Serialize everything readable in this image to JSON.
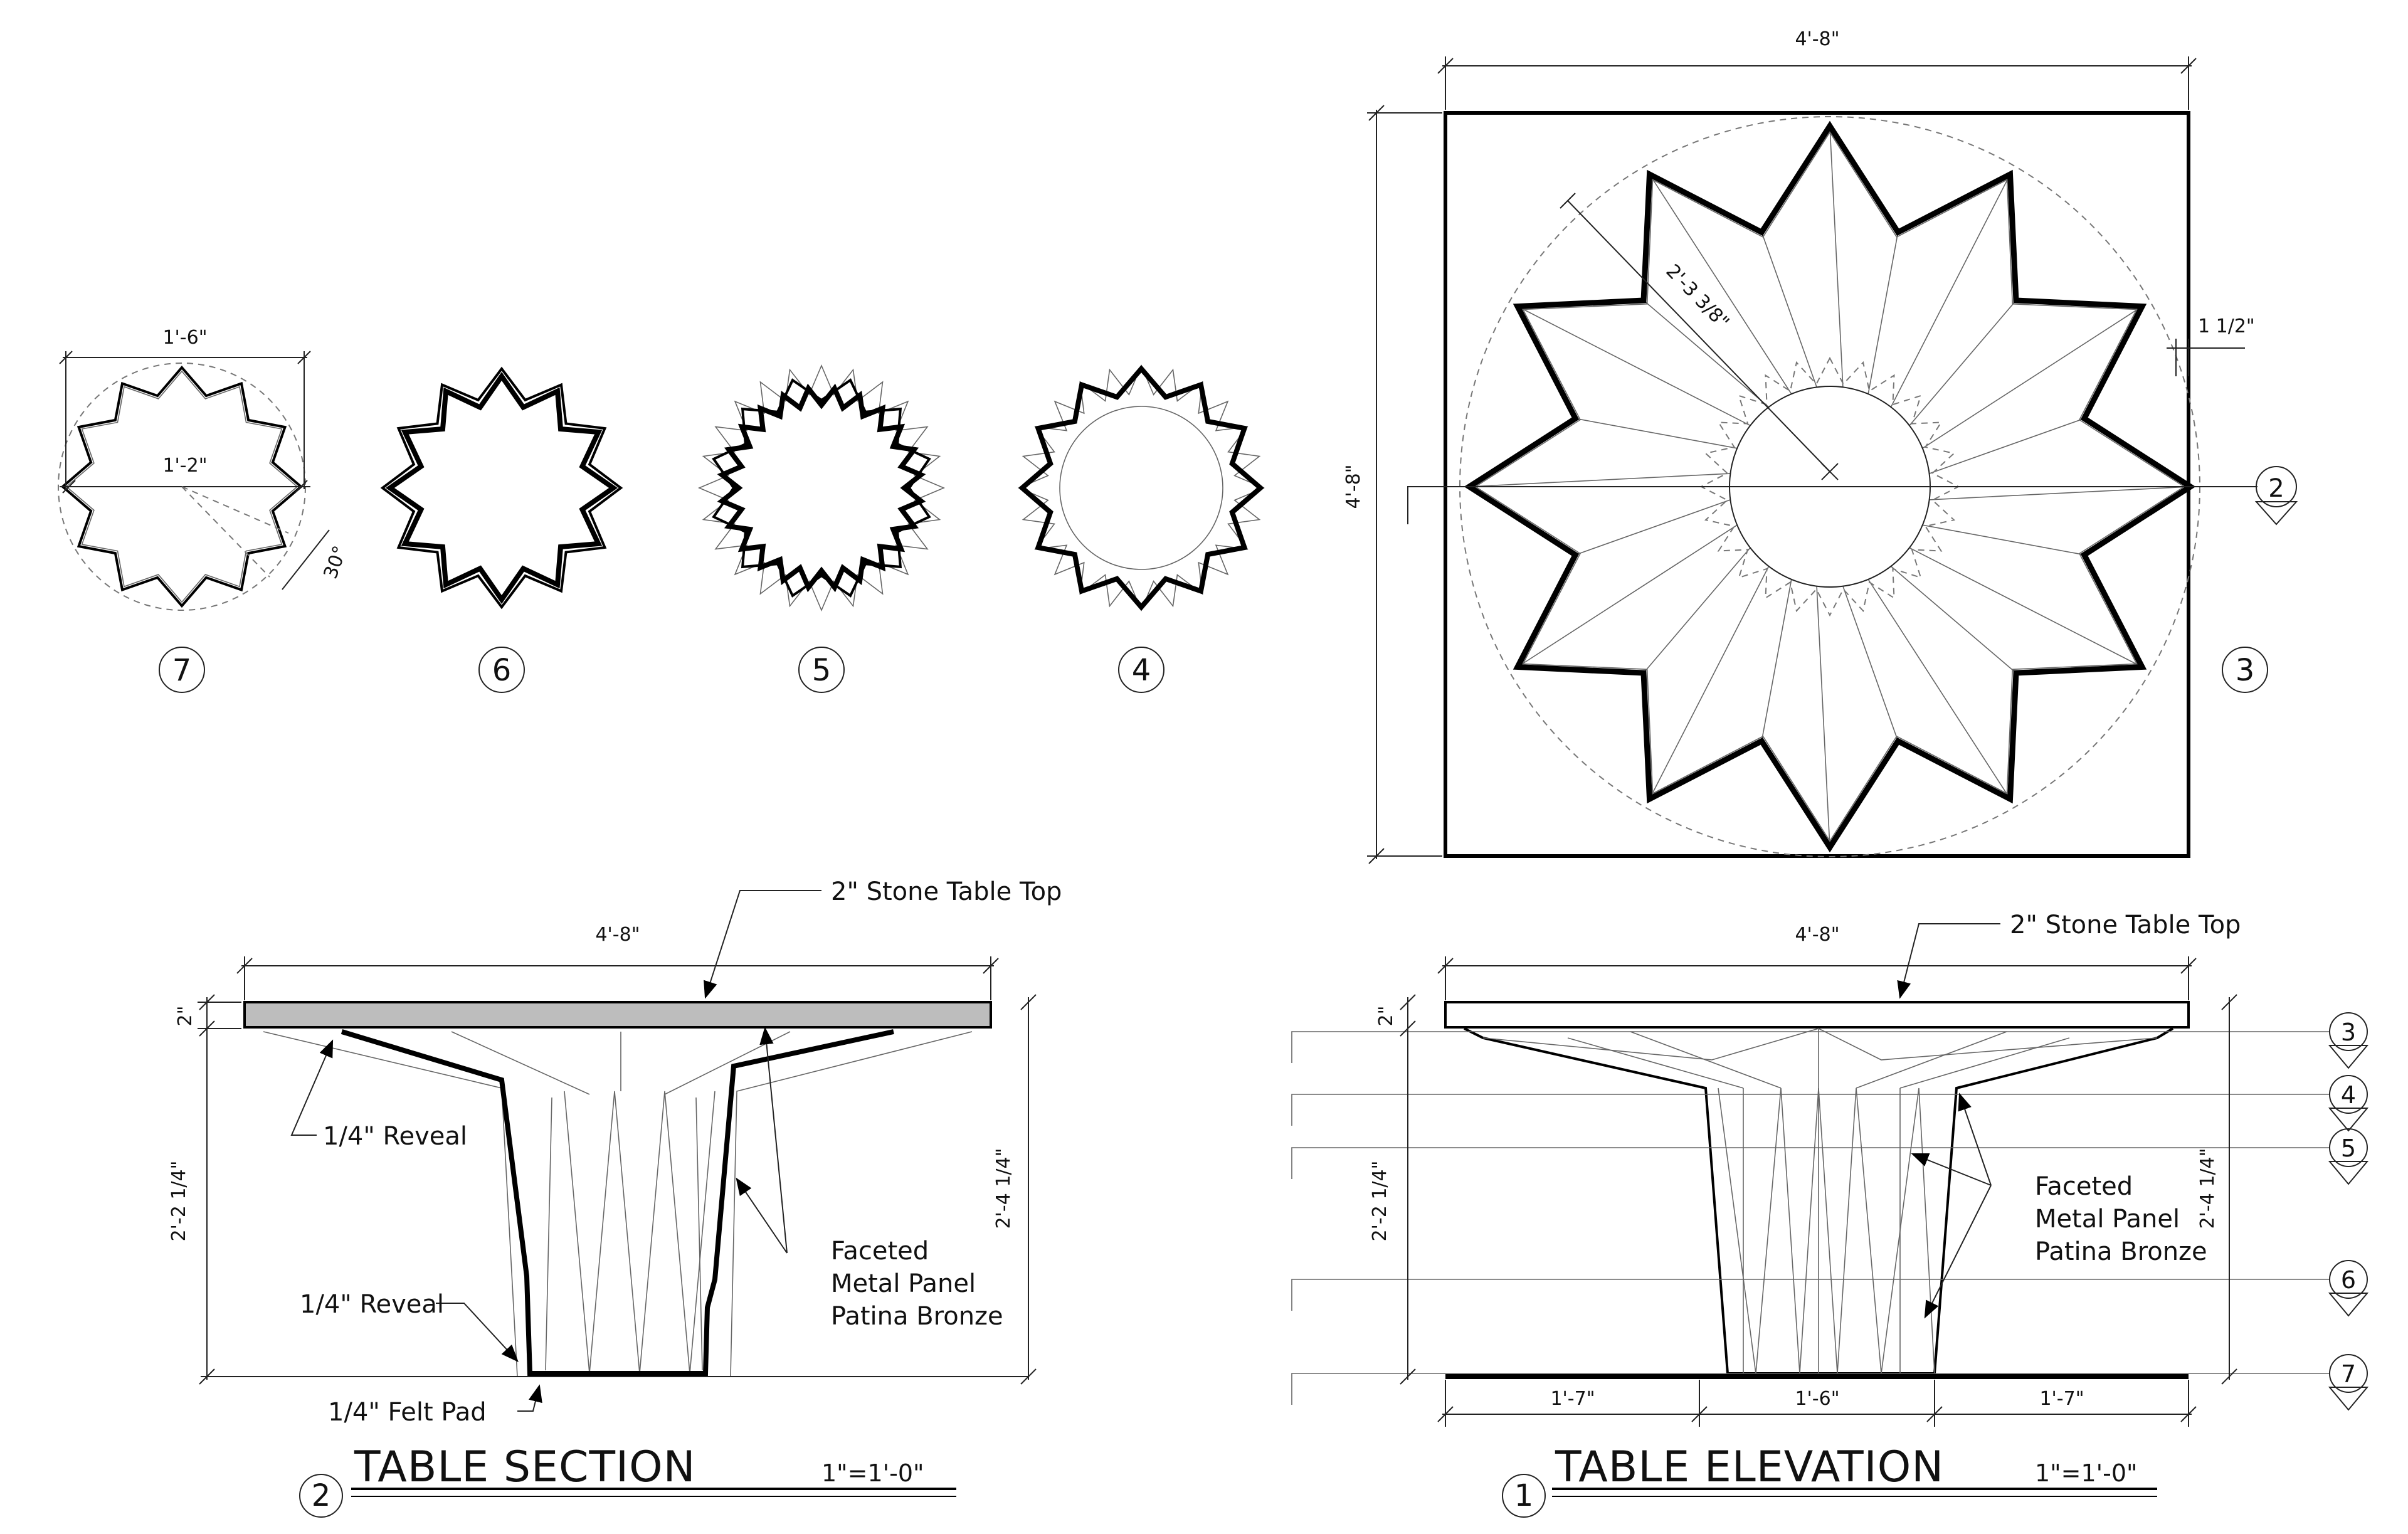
{
  "plans": [
    {
      "id": "7",
      "label": "7",
      "dims": {
        "outer": "1'-6\"",
        "inner": "1'-2\"",
        "angle": "30°"
      }
    },
    {
      "id": "6",
      "label": "6"
    },
    {
      "id": "5",
      "label": "5"
    },
    {
      "id": "4",
      "label": "4"
    }
  ],
  "top_view": {
    "label": "3",
    "width_dim": "4'-8\"",
    "height_dim": "4'-8\"",
    "radius_dim": "2'-3 3/8\"",
    "edge_dim": "1 1/2\"",
    "section_marker": "2"
  },
  "section": {
    "number": "2",
    "title": "TABLE SECTION",
    "scale": "1\"=1'-0\"",
    "width_dim": "4'-8\"",
    "top_thickness": "2\"",
    "inner_height": "2'-2 1/4\"",
    "total_height": "2'-4 1/4\"",
    "callouts": {
      "top": "2\" Stone Table Top",
      "reveal_upper": "1/4\" Reveal",
      "reveal_lower": "1/4\" Reveal",
      "felt": "1/4\" Felt Pad",
      "panel": [
        "Faceted",
        "Metal Panel",
        "Patina Bronze"
      ]
    }
  },
  "elevation": {
    "number": "1",
    "title": "TABLE ELEVATION",
    "scale": "1\"=1'-0\"",
    "width_dim": "4'-8\"",
    "top_thickness": "2\"",
    "inner_height": "2'-2 1/4\"",
    "total_height": "2'-4 1/4\"",
    "base_dims": [
      "1'-7\"",
      "1'-6\"",
      "1'-7\""
    ],
    "callouts": {
      "top": "2\" Stone Table Top",
      "panel": [
        "Faceted",
        "Metal Panel",
        "Patina Bronze"
      ]
    },
    "level_markers": [
      "3",
      "4",
      "5",
      "6",
      "7"
    ]
  }
}
